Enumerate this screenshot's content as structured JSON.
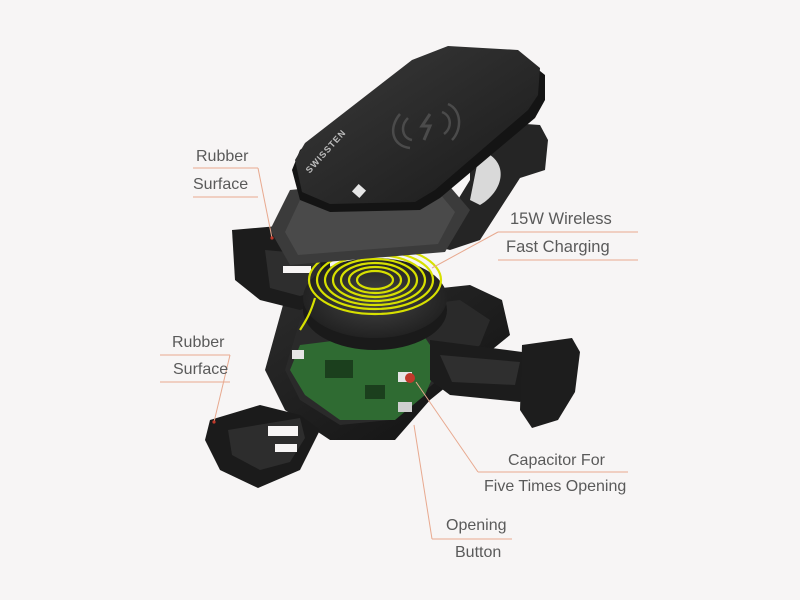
{
  "brand": {
    "logo_text": "SWISSTEN"
  },
  "labels": {
    "rubber_surface_top": {
      "line1": "Rubber",
      "line2": "Surface"
    },
    "wireless_charging": {
      "line1": "15W Wireless",
      "line2": "Fast Charging"
    },
    "rubber_surface_bottom": {
      "line1": "Rubber",
      "line2": "Surface"
    },
    "capacitor": {
      "line1": "Capacitor For",
      "line2": "Five Times Opening"
    },
    "opening_button": {
      "line1": "Opening",
      "line2": "Button"
    }
  },
  "colors": {
    "background": "#f7f5f5",
    "leader_line": "#e8a98f",
    "coil": "#d7e000",
    "pcb": "#2f6b32",
    "body": "#1f1f1f",
    "pad_top": "#2b2b2b"
  },
  "icons": {
    "pad_icon": "wireless-charging-icon"
  }
}
